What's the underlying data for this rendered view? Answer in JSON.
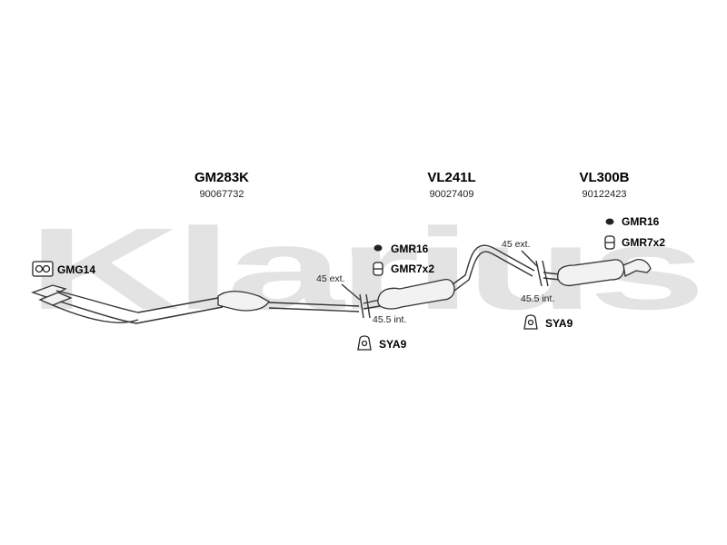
{
  "watermark": "Klarius",
  "sections": [
    {
      "code": "GM283K",
      "number": "90067732"
    },
    {
      "code": "VL241L",
      "number": "90027409"
    },
    {
      "code": "VL300B",
      "number": "90122423"
    }
  ],
  "fittings": {
    "gmg14": "GMG14",
    "mid_gmr16": "GMR16",
    "mid_gmr7x2": "GMR7x2",
    "mid_sya9": "SYA9",
    "rear_gmr16": "GMR16",
    "rear_gmr7x2": "GMR7x2",
    "rear_sya9": "SYA9"
  },
  "dimensions": {
    "front_ext": "45 ext.",
    "front_int": "45.5 int.",
    "rear_ext": "45 ext.",
    "rear_int": "45.5 int."
  }
}
